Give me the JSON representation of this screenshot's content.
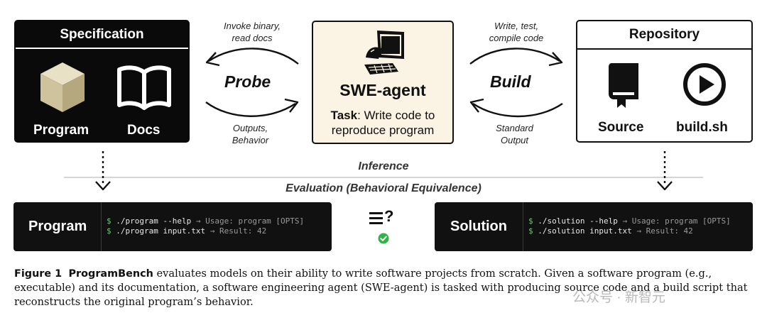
{
  "specification": {
    "title": "Specification",
    "program_label": "Program",
    "docs_label": "Docs"
  },
  "probe": {
    "top_text": "Invoke binary,\nread docs",
    "label": "Probe",
    "bottom_text": "Outputs,\nBehavior"
  },
  "agent": {
    "title": "SWE-agent",
    "task_bold": "Task",
    "task_rest": ": Write code to",
    "task_line2": "reproduce program"
  },
  "build": {
    "top_text": "Write, test,\ncompile code",
    "label": "Build",
    "bottom_text": "Standard\nOutput"
  },
  "repository": {
    "title": "Repository",
    "source_label": "Source",
    "build_label": "build.sh"
  },
  "inference_label": "Inference",
  "evaluation_label": "Evaluation (Behavioral Equivalence)",
  "program_terminal": {
    "label": "Program",
    "line1_cmd": "./program --help",
    "line1_out": "Usage: program [OPTS]",
    "line2_cmd": "./program input.txt",
    "line2_out": "Result: 42"
  },
  "solution_terminal": {
    "label": "Solution",
    "line1_cmd": "./solution --help",
    "line1_out": "Usage: program [OPTS]",
    "line2_cmd": "./solution input.txt",
    "line2_out": "Result: 42"
  },
  "prompt_symbol": "$",
  "arrow_symbol": "→",
  "compare_symbol": "?",
  "caption": {
    "figure": "Figure 1",
    "name": "ProgramBench",
    "text": "evaluates models on their ability to write software projects from scratch. Given a software program (e.g., executable) and its documentation, a software engineering agent (SWE-agent) is tasked with producing source code and a build script that reconstructs the original program’s behavior."
  },
  "watermark": "公众号 · 新智元",
  "colors": {
    "dark": "#0a0a0a",
    "agent_bg": "#fbf3e4",
    "check": "#2fb34a",
    "prompt_green": "#5bd35b",
    "cube_light": "#e9e1c6",
    "cube_mid": "#cfc39e",
    "cube_dark": "#b6a87e"
  }
}
